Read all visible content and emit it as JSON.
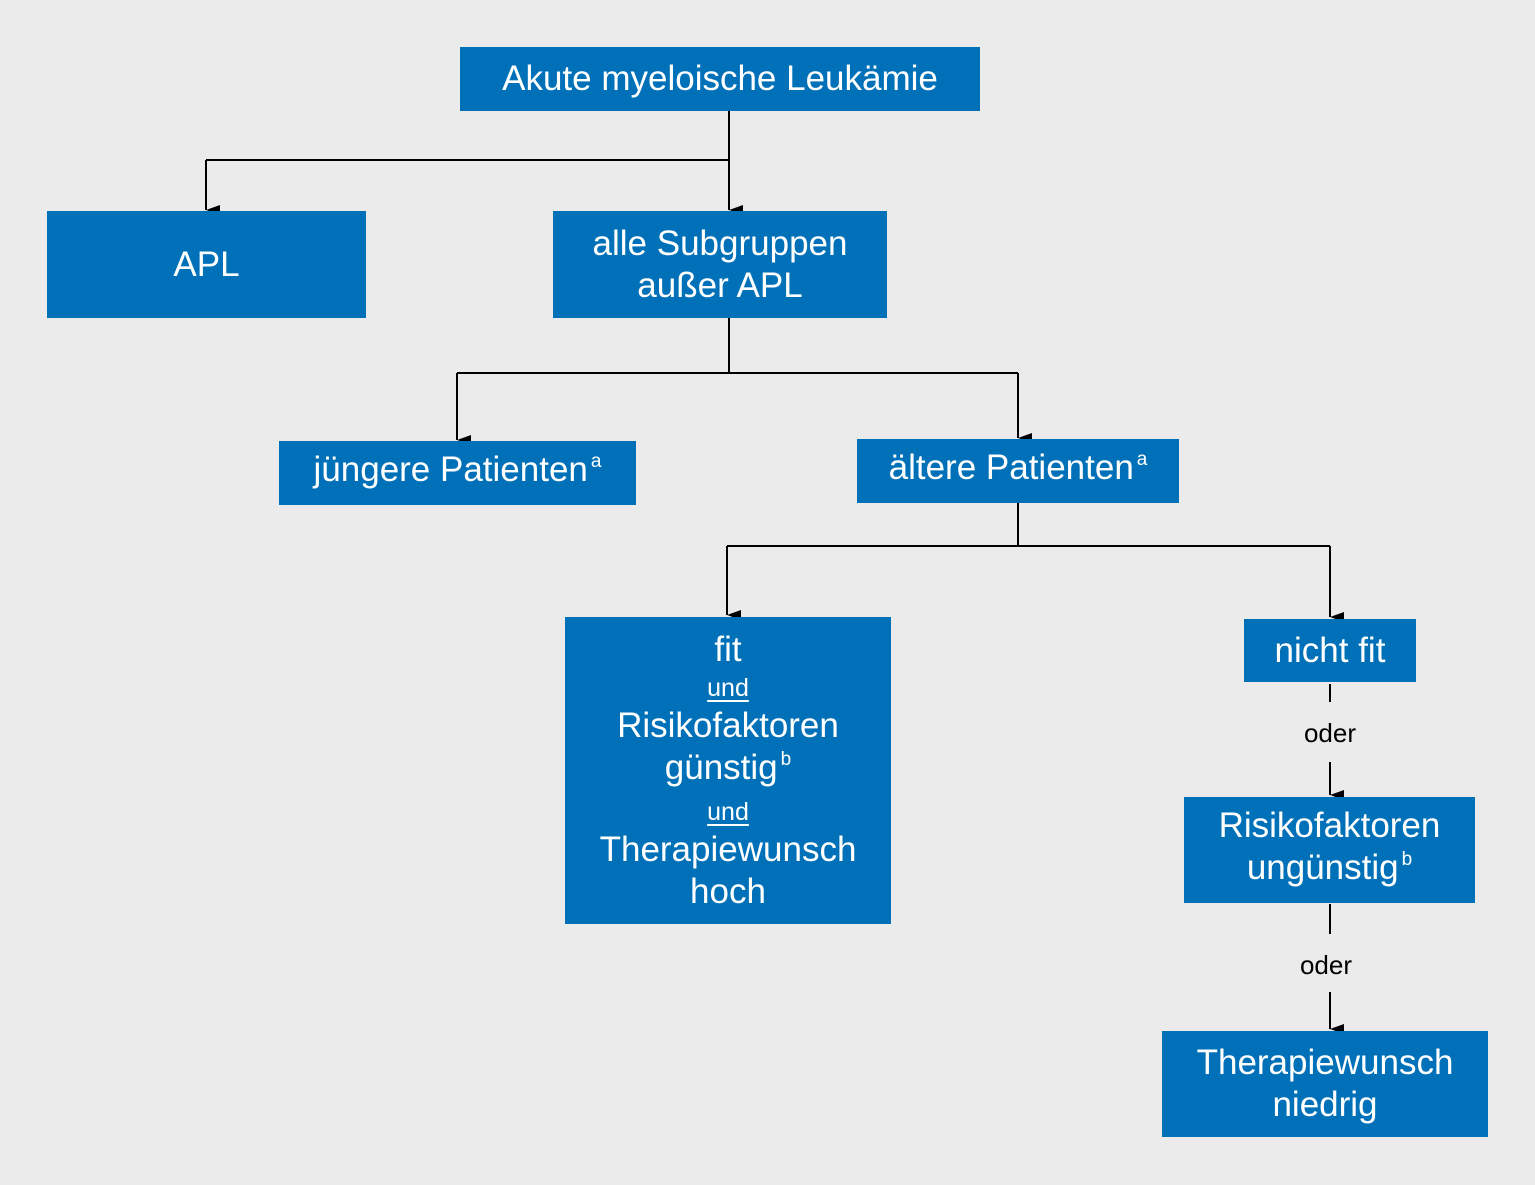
{
  "diagram": {
    "root": {
      "label": "Akute myeloische Leukämie"
    },
    "apl": {
      "label": "APL"
    },
    "subgroups": {
      "line1": "alle Subgruppen",
      "line2": "außer APL"
    },
    "younger": {
      "label": "jüngere Patienten",
      "footnote": "a"
    },
    "older": {
      "label": "ältere Patienten",
      "footnote": "a"
    },
    "fit_box": {
      "line1": "fit",
      "conj1": "und",
      "line2": "Risikofaktoren",
      "line3": "günstig",
      "line3_footnote": "b",
      "conj2": "und",
      "line4": "Therapiewunsch",
      "line5": "hoch"
    },
    "notfit": {
      "label": "nicht fit"
    },
    "oder_1": "oder",
    "risk_bad": {
      "line1": "Risikofaktoren",
      "line2": "ungünstig",
      "footnote": "b"
    },
    "oder_2": "oder",
    "wish_low": {
      "line1": "Therapiewunsch",
      "line2": "niedrig"
    }
  },
  "colors": {
    "background": "#ebebeb",
    "box_fill": "#0071b8",
    "box_text": "#ffffff",
    "connector": "#000000"
  }
}
